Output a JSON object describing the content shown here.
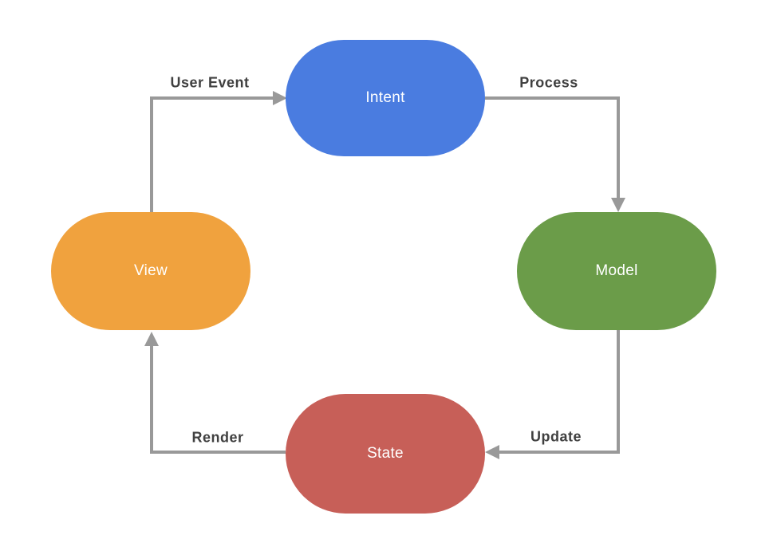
{
  "diagram": {
    "type": "cycle-flow",
    "nodes": [
      {
        "id": "intent",
        "label": "Intent",
        "color": "#4a7ce0"
      },
      {
        "id": "model",
        "label": "Model",
        "color": "#6b9c49"
      },
      {
        "id": "view",
        "label": "View",
        "color": "#f0a23e"
      },
      {
        "id": "state",
        "label": "State",
        "color": "#c75f58"
      }
    ],
    "edges": [
      {
        "from": "view",
        "to": "intent",
        "label": "User Event"
      },
      {
        "from": "intent",
        "to": "model",
        "label": "Process"
      },
      {
        "from": "model",
        "to": "state",
        "label": "Update"
      },
      {
        "from": "state",
        "to": "view",
        "label": "Render"
      }
    ],
    "colors": {
      "connector": "#999999",
      "edge_label_text": "#404040",
      "node_label_text": "#ffffff",
      "background": "#ffffff"
    }
  }
}
